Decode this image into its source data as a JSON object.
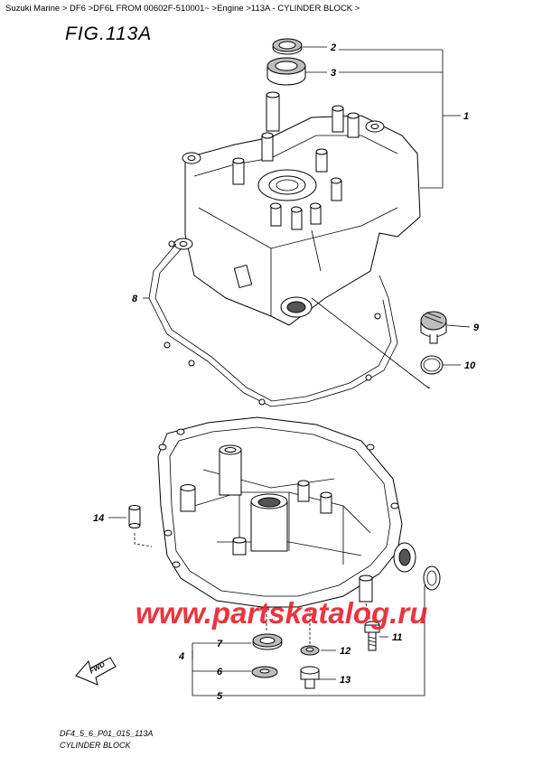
{
  "breadcrumb": "Suzuki Marine > DF6 >DF6L FROM 00602F-510001~ >Engine >113A - CYLINDER BLOCK >",
  "figure_title": "FIG.113A",
  "watermark": "www.partskatalog.ru",
  "fwd_label": "FWD",
  "callouts": [
    "1",
    "2",
    "3",
    "4",
    "5",
    "6",
    "7",
    "8",
    "9",
    "10",
    "11",
    "12",
    "13",
    "14"
  ],
  "footer": {
    "code": "DF4_5_6_P01_015_113A",
    "caption": "CYLINDER BLOCK"
  }
}
